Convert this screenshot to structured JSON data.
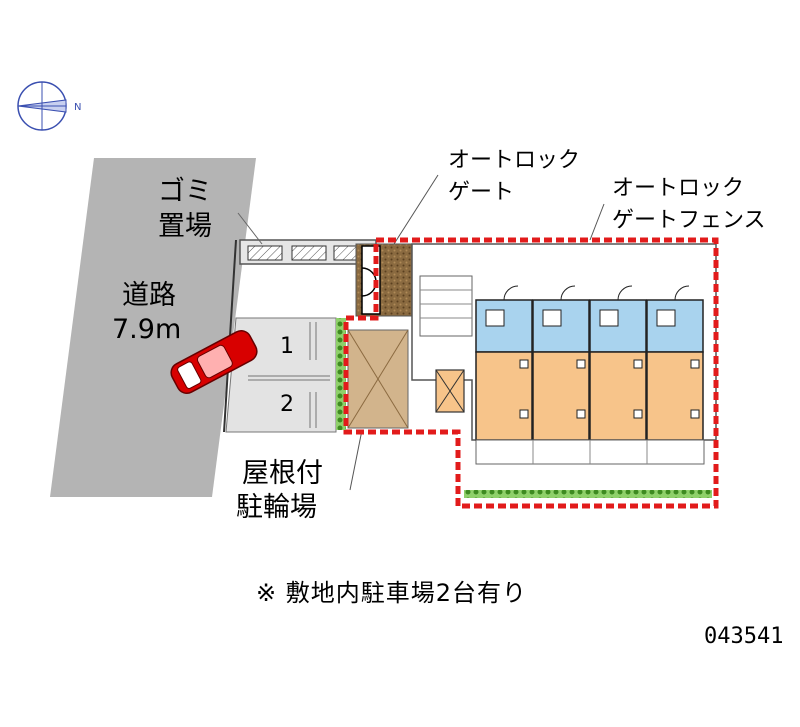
{
  "map": {
    "labels": {
      "garbage": [
        "ゴミ",
        "置場"
      ],
      "road": [
        "道路",
        "7.9m"
      ],
      "bike": [
        "屋根付",
        "駐輪場"
      ],
      "autolock_gate": [
        "オートロック",
        "ゲート"
      ],
      "autolock_fence": [
        "オートロック",
        "ゲートフェンス"
      ],
      "parking_1": "1",
      "parking_2": "2"
    },
    "note": "※ 敷地内駐車場2台有り",
    "code": "043541",
    "compass": {
      "north_label": "N",
      "icon": "compass-rose-icon"
    }
  },
  "colors": {
    "road": "#b4b4b4",
    "parking": "#e3e3e3",
    "brick": "#8a6a40",
    "bike_roof": "#d2b48c",
    "room": "#f7c48a",
    "bath": "#a9d3ee",
    "fence": "#e21b1b",
    "car": "#d80000",
    "hedge": "#5fae3a"
  }
}
